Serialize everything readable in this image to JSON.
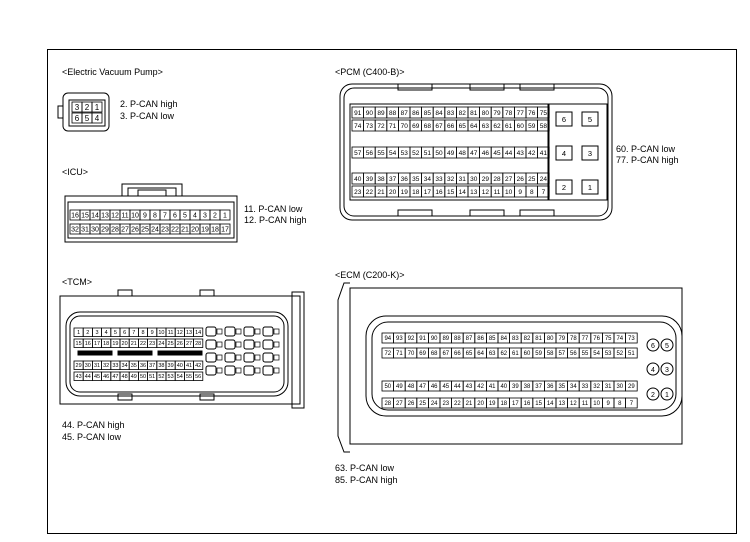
{
  "connectors": {
    "evp": {
      "title": "<Electric Vacuum Pump>",
      "pins_top": [
        "3",
        "2",
        "1"
      ],
      "pins_bottom": [
        "6",
        "5",
        "4"
      ],
      "notes": [
        "2. P-CAN high",
        "3. P-CAN low"
      ]
    },
    "icu": {
      "title": "<ICU>",
      "pins_top": [
        "16",
        "15",
        "14",
        "13",
        "12",
        "11",
        "10",
        "9",
        "8",
        "7",
        "6",
        "5",
        "4",
        "3",
        "2",
        "1"
      ],
      "pins_bottom": [
        "32",
        "31",
        "30",
        "29",
        "28",
        "27",
        "26",
        "25",
        "24",
        "23",
        "22",
        "21",
        "20",
        "19",
        "18",
        "17"
      ],
      "notes": [
        "11. P-CAN low",
        "12. P-CAN high"
      ]
    },
    "pcm": {
      "title": "<PCM (C400-B)>",
      "row1": [
        "91",
        "90",
        "89",
        "88",
        "87",
        "86",
        "85",
        "84",
        "83",
        "82",
        "81",
        "80",
        "79",
        "78",
        "77",
        "76",
        "75"
      ],
      "row2": [
        "74",
        "73",
        "72",
        "71",
        "70",
        "69",
        "68",
        "67",
        "66",
        "65",
        "64",
        "63",
        "62",
        "61",
        "60",
        "59",
        "58"
      ],
      "row3": [
        "57",
        "56",
        "55",
        "54",
        "53",
        "52",
        "51",
        "50",
        "49",
        "48",
        "47",
        "46",
        "45",
        "44",
        "43",
        "42",
        "41"
      ],
      "row4": [
        "40",
        "39",
        "38",
        "37",
        "36",
        "35",
        "34",
        "33",
        "32",
        "31",
        "30",
        "29",
        "28",
        "27",
        "26",
        "25",
        "24"
      ],
      "row5": [
        "23",
        "22",
        "21",
        "20",
        "19",
        "18",
        "17",
        "16",
        "15",
        "14",
        "13",
        "12",
        "11",
        "10",
        "9",
        "8",
        "7"
      ],
      "big_pins": [
        "6",
        "5",
        "4",
        "3",
        "2",
        "1"
      ],
      "notes": [
        "60. P-CAN low",
        "77. P-CAN high"
      ]
    },
    "tcm": {
      "title": "<TCM>",
      "row1": [
        "1",
        "2",
        "3",
        "4",
        "5",
        "6",
        "7",
        "8",
        "9",
        "10",
        "11",
        "12",
        "13",
        "14"
      ],
      "row2": [
        "15",
        "16",
        "17",
        "18",
        "19",
        "20",
        "21",
        "22",
        "23",
        "24",
        "25",
        "26",
        "27",
        "28"
      ],
      "row3": [
        "29",
        "30",
        "31",
        "32",
        "33",
        "34",
        "35",
        "36",
        "37",
        "38",
        "39",
        "40",
        "41",
        "42"
      ],
      "row4": [
        "43",
        "44",
        "45",
        "46",
        "47",
        "48",
        "49",
        "50",
        "51",
        "52",
        "53",
        "54",
        "55",
        "56"
      ],
      "notes": [
        "44. P-CAN high",
        "45. P-CAN low"
      ]
    },
    "ecm": {
      "title": "<ECM (C200-K)>",
      "row1": [
        "94",
        "93",
        "92",
        "91",
        "90",
        "89",
        "88",
        "87",
        "86",
        "85",
        "84",
        "83",
        "82",
        "81",
        "80",
        "79",
        "78",
        "77",
        "76",
        "75",
        "74",
        "73"
      ],
      "row2": [
        "72",
        "71",
        "70",
        "69",
        "68",
        "67",
        "66",
        "65",
        "64",
        "63",
        "62",
        "61",
        "60",
        "59",
        "58",
        "57",
        "56",
        "55",
        "54",
        "53",
        "52",
        "51"
      ],
      "row3": [
        "50",
        "49",
        "48",
        "47",
        "46",
        "45",
        "44",
        "43",
        "42",
        "41",
        "40",
        "39",
        "38",
        "37",
        "36",
        "35",
        "34",
        "33",
        "32",
        "31",
        "30",
        "29"
      ],
      "row4": [
        "28",
        "27",
        "26",
        "25",
        "24",
        "23",
        "22",
        "21",
        "20",
        "19",
        "18",
        "17",
        "16",
        "15",
        "14",
        "13",
        "12",
        "11",
        "10",
        "9",
        "8",
        "7"
      ],
      "big_pins": [
        "6",
        "5",
        "4",
        "3",
        "2",
        "1"
      ],
      "notes": [
        "63. P-CAN low",
        "85. P-CAN high"
      ]
    }
  }
}
